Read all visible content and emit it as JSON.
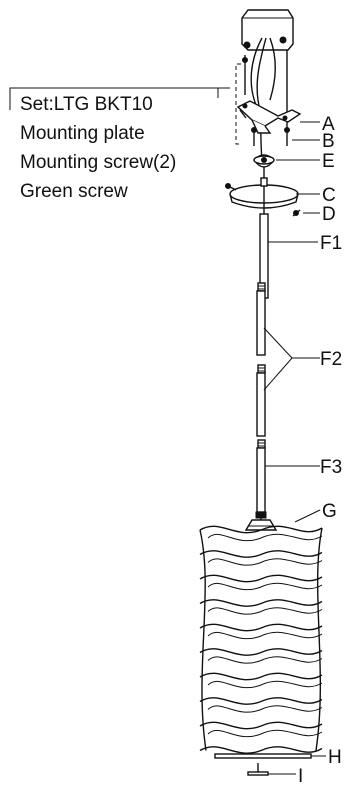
{
  "set_box": {
    "lines": [
      "Set:LTG BKT10",
      "Mounting plate",
      "Mounting screw(2)",
      "Green screw"
    ]
  },
  "labels": {
    "A": "A",
    "B": "B",
    "E": "E",
    "C": "C",
    "D": "D",
    "F1": "F1",
    "F2": "F2",
    "F3": "F3",
    "G": "G",
    "H": "H",
    "I": "I"
  },
  "icons": {
    "junction_box": "junction-box-icon",
    "mounting_plate": "mounting-plate-icon",
    "canopy": "canopy-icon",
    "rod": "downrod-icon",
    "shade": "wavy-shade-icon",
    "bottom_plate": "bottom-plate-icon",
    "finial": "finial-icon"
  },
  "colors": {
    "line": "#111111",
    "background": "#ffffff"
  }
}
